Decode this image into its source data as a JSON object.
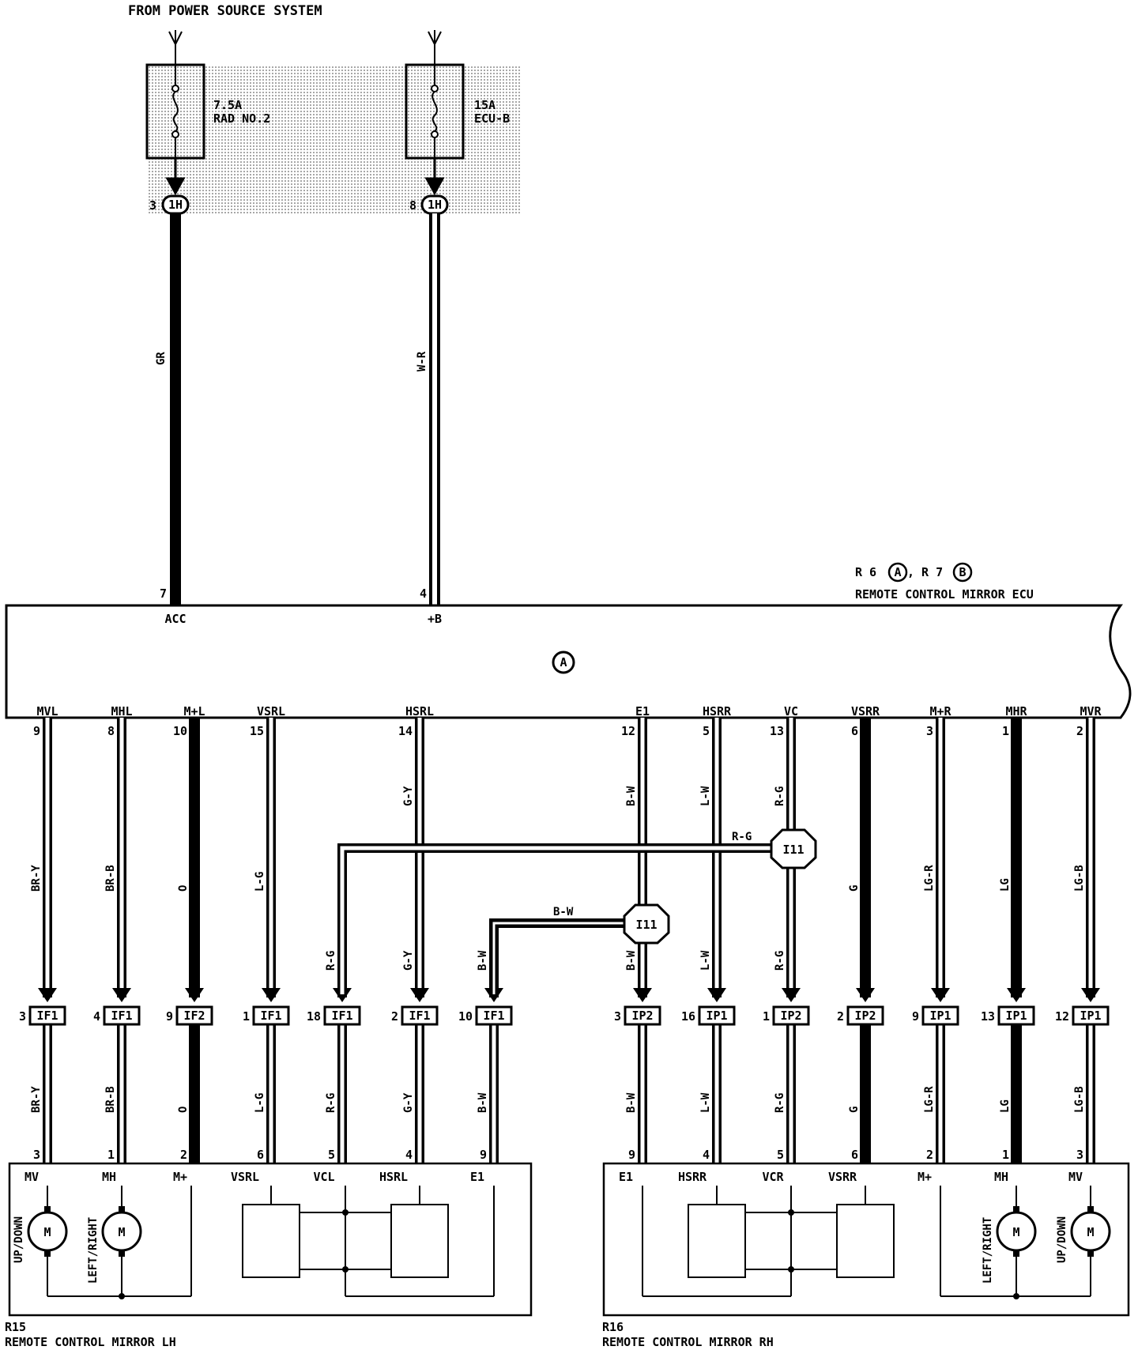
{
  "power_source": {
    "title": "FROM POWER SOURCE SYSTEM"
  },
  "fuses": [
    {
      "id": "rad",
      "amp": "7.5A",
      "name": "RAD NO.2",
      "pin": "3",
      "connector": "1H",
      "wire": "GR",
      "ecu_pin": "7",
      "terminal": "ACC"
    },
    {
      "id": "ecub",
      "amp": "15A",
      "name": "ECU-B",
      "pin": "8",
      "connector": "1H",
      "wire": "W-R",
      "ecu_pin": "4",
      "terminal": "+B"
    }
  ],
  "ecu": {
    "code": "R 6",
    "code_a": "A",
    "code_sep": ", R 7",
    "code_b": "B",
    "name": "REMOTE CONTROL MIRROR ECU",
    "body_letter": "A"
  },
  "branches": [
    {
      "term": "MVL",
      "ecu_pin": "9",
      "wire_upper": "BR-Y",
      "wire_lower": "BR-Y",
      "conn": "IF1",
      "conn_pin": "3",
      "comp_pin": "3"
    },
    {
      "term": "MHL",
      "ecu_pin": "8",
      "wire_upper": "BR-B",
      "wire_lower": "BR-B",
      "conn": "IF1",
      "conn_pin": "4",
      "comp_pin": "1"
    },
    {
      "term": "M+L",
      "ecu_pin": "10",
      "wire_upper": "O",
      "wire_lower": "O",
      "conn": "IF2",
      "conn_pin": "9",
      "comp_pin": "2"
    },
    {
      "term": "VSRL",
      "ecu_pin": "15",
      "wire_upper": "L-G",
      "wire_lower": "L-G",
      "conn": "IF1",
      "conn_pin": "1",
      "comp_pin": "6"
    },
    {
      "term": "",
      "ecu_pin": "",
      "wire_upper": "R-G",
      "wire_lower": "R-G",
      "conn": "IF1",
      "conn_pin": "18",
      "comp_pin": "5"
    },
    {
      "term": "HSRL",
      "ecu_pin": "14",
      "wire_upper": "G-Y",
      "wire_lower": "G-Y",
      "wire_mid": "G-Y",
      "conn": "IF1",
      "conn_pin": "2",
      "comp_pin": "4"
    },
    {
      "term": "",
      "ecu_pin": "",
      "wire_upper": "B-W",
      "wire_lower": "B-W",
      "conn": "IF1",
      "conn_pin": "10",
      "comp_pin": "9"
    },
    {
      "term": "E1",
      "ecu_pin": "12",
      "wire_upper": "B-W",
      "wire_mid": "B-W",
      "wire_lower": "B-W",
      "conn": "IP2",
      "conn_pin": "3",
      "comp_pin": "9"
    },
    {
      "term": "HSRR",
      "ecu_pin": "5",
      "wire_upper": "L-W",
      "wire_mid": "L-W",
      "wire_lower": "L-W",
      "conn": "IP1",
      "conn_pin": "16",
      "comp_pin": "4"
    },
    {
      "term": "VC",
      "ecu_pin": "13",
      "wire_upper": "R-G",
      "wire_mid": "R-G",
      "wire_lower": "R-G",
      "conn": "IP2",
      "conn_pin": "1",
      "comp_pin": "5"
    },
    {
      "term": "VSRR",
      "ecu_pin": "6",
      "wire_upper": "G",
      "wire_lower": "G",
      "conn": "IP2",
      "conn_pin": "2",
      "comp_pin": "6"
    },
    {
      "term": "M+R",
      "ecu_pin": "3",
      "wire_upper": "LG-R",
      "wire_lower": "LG-R",
      "conn": "IP1",
      "conn_pin": "9",
      "comp_pin": "2"
    },
    {
      "term": "MHR",
      "ecu_pin": "1",
      "wire_upper": "LG",
      "wire_lower": "LG",
      "conn": "IP1",
      "conn_pin": "13",
      "comp_pin": "1"
    },
    {
      "term": "MVR",
      "ecu_pin": "2",
      "wire_upper": "LG-B",
      "wire_lower": "LG-B",
      "conn": "IP1",
      "conn_pin": "12",
      "comp_pin": "3"
    }
  ],
  "junctions": [
    {
      "label": "I11",
      "wire": "R-G"
    },
    {
      "label": "I11",
      "wire": "B-W"
    }
  ],
  "mirror_lh": {
    "code": "R15",
    "name": "REMOTE CONTROL MIRROR LH",
    "terms": [
      "MV",
      "MH",
      "M+",
      "VSRL",
      "VCL",
      "HSRL",
      "E1"
    ],
    "motor_v": "UP/DOWN",
    "motor_h": "LEFT/RIGHT",
    "motor_symbol": "M"
  },
  "mirror_rh": {
    "code": "R16",
    "name": "REMOTE CONTROL MIRROR RH",
    "terms": [
      "E1",
      "HSRR",
      "VCR",
      "VSRR",
      "M+",
      "MH",
      "MV"
    ],
    "motor_v": "UP/DOWN",
    "motor_h": "LEFT/RIGHT",
    "motor_symbol": "M"
  },
  "colors": {
    "ink": "#000000",
    "shade": "#b8b8b8",
    "paper": "#ffffff"
  }
}
